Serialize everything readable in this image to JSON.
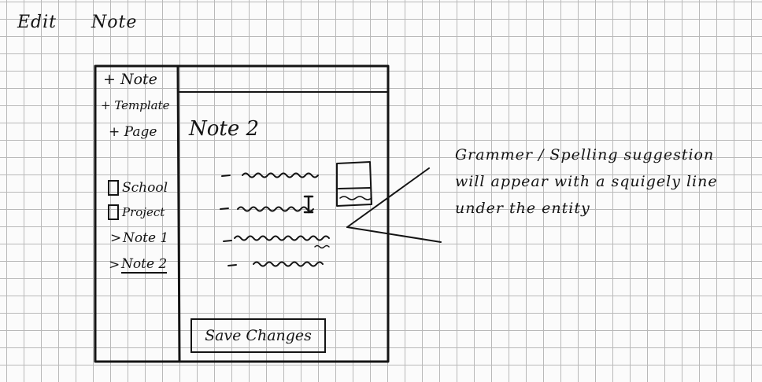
{
  "page": {
    "title_part1": "Edit",
    "title_part2": "Note"
  },
  "sidebar": {
    "actions": [
      {
        "label": "+ Note"
      },
      {
        "label": "+ Template"
      },
      {
        "label": "+ Page"
      }
    ],
    "items": [
      {
        "label": "School",
        "marker": "checkbox"
      },
      {
        "label": "Project",
        "marker": "checkbox"
      },
      {
        "label": "Note 1",
        "marker": ">"
      },
      {
        "label": "Note 2",
        "marker": ">",
        "selected": true
      }
    ]
  },
  "editor": {
    "title": "Note 2",
    "save_label": "Save Changes"
  },
  "annotation": {
    "text": "Grammer / Spelling suggestion will appear with a squigely line under the entity"
  }
}
